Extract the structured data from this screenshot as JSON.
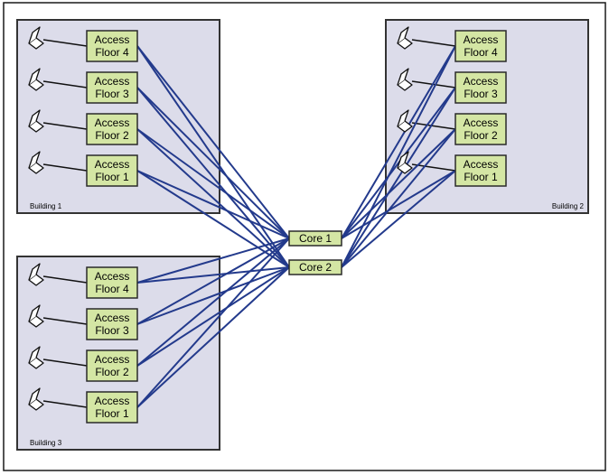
{
  "colors": {
    "background": "#ffffff",
    "frame": "#1a1a1a",
    "building_fill": "#dcdcea",
    "building_border": "#333333",
    "switch_fill": "#d4e6a4",
    "switch_border": "#2a2a2a",
    "link": "#233a8c"
  },
  "icons": {
    "client": "laptop-icon"
  },
  "buildings": [
    {
      "label": "Building 1",
      "switches": [
        {
          "line1": "Access",
          "line2": "Floor 4"
        },
        {
          "line1": "Access",
          "line2": "Floor 3"
        },
        {
          "line1": "Access",
          "line2": "Floor 2"
        },
        {
          "line1": "Access",
          "line2": "Floor 1"
        }
      ]
    },
    {
      "label": "Building 2",
      "switches": [
        {
          "line1": "Access",
          "line2": "Floor 4"
        },
        {
          "line1": "Access",
          "line2": "Floor 3"
        },
        {
          "line1": "Access",
          "line2": "Floor 2"
        },
        {
          "line1": "Access",
          "line2": "Floor 1"
        }
      ]
    },
    {
      "label": "Building 3",
      "switches": [
        {
          "line1": "Access",
          "line2": "Floor 4"
        },
        {
          "line1": "Access",
          "line2": "Floor 3"
        },
        {
          "line1": "Access",
          "line2": "Floor 2"
        },
        {
          "line1": "Access",
          "line2": "Floor 1"
        }
      ]
    }
  ],
  "core_switches": [
    {
      "label": "Core 1"
    },
    {
      "label": "Core 2"
    }
  ]
}
